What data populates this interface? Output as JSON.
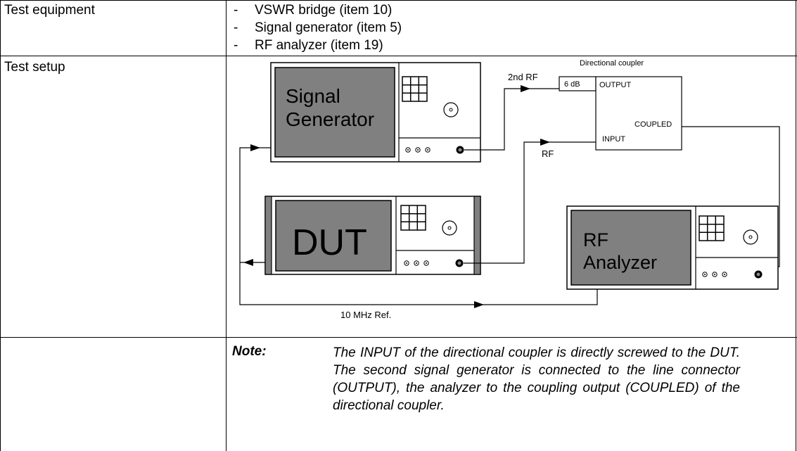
{
  "equipment": {
    "label": "Test equipment",
    "dash": "-",
    "items": [
      "VSWR bridge (item 10)",
      "Signal generator (item 5)",
      "RF analyzer (item 19)"
    ]
  },
  "setup": {
    "label": "Test setup",
    "signal_generator_lines": [
      "Signal",
      "Generator"
    ],
    "dut": "DUT",
    "rf_analyzer_lines": [
      "RF",
      "Analyzer"
    ],
    "coupler_title": "Directional coupler",
    "attenuator": "6 dB",
    "output": "OUTPUT",
    "coupled": "COUPLED",
    "input": "INPUT",
    "second_rf": "2nd RF",
    "rf": "RF",
    "ref": "10 MHz Ref."
  },
  "note": {
    "heading": "Note:",
    "text": "The INPUT of the directional coupler is directly screwed to the DUT. The second signal generator is connected to the line connector (OUTPUT), the analyzer to the coupling output (COUPLED) of the directional coupler."
  }
}
